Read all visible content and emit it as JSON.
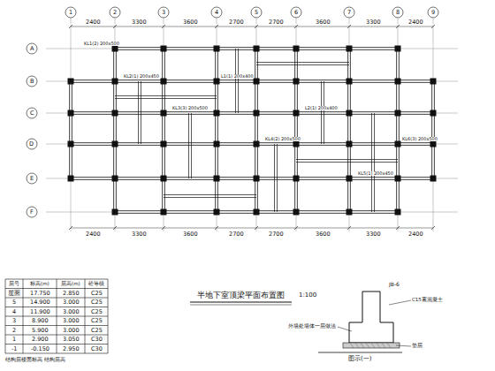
{
  "diagram": {
    "title": "半地下室顶梁平面布置图",
    "caption": "1:100",
    "labels": [
      "2400",
      "3300",
      "3600",
      "2700",
      "2700",
      "3600",
      "3300",
      "2400",
      "2400",
      "3300",
      "3600",
      "2700",
      "2700",
      "3600",
      "3300",
      "2400",
      "1",
      "2",
      "3",
      "4",
      "5",
      "6",
      "7",
      "8",
      "9",
      "A",
      "B",
      "C",
      "D",
      "E",
      "F",
      "KL1(2) 200x500",
      "KL2(1) 200x450",
      "KL3(3) 200x500",
      "L1(1) 200x400",
      "KL4(2) 200x500",
      "L2(1) 200x400",
      "KL5(1) 200x450",
      "KL6(3) 200x500",
      "层号",
      "标高(m)",
      "层高(m)",
      "砼等级",
      "屋面",
      "17.750",
      "2.850",
      "C25",
      "5",
      "14.900",
      "3.000",
      "C25",
      "4",
      "11.900",
      "3.000",
      "C25",
      "3",
      "8.900",
      "3.000",
      "C25",
      "2",
      "5.900",
      "3.000",
      "C25",
      "1",
      "2.900",
      "3.050",
      "C30",
      "-1",
      "-0.150",
      "2.950",
      "C30",
      "结构层楼面标高 结构层高",
      "JB-6",
      "C15素混凝土",
      "垫层",
      "图示(一)",
      "外墙处墙体一层做法"
    ]
  }
}
